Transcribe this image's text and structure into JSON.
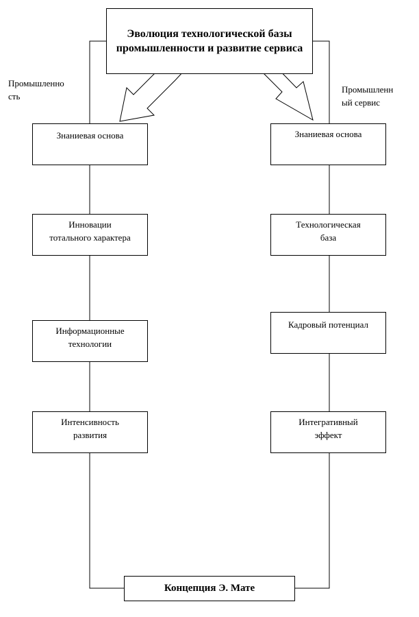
{
  "diagram": {
    "title": "Эволюция технологической базы промышленности и развитие сервиса",
    "left_branch_label": "Промышленно\nсть",
    "right_branch_label": "Промышленн\nый сервис",
    "left_nodes": [
      "Знаниевая основа",
      "Инновации\nтотального характера",
      "Информационные\nтехнологии",
      "Интенсивность\nразвития"
    ],
    "right_nodes": [
      "Знаниевая основа",
      "Технологическая\nбаза",
      "Кадровый потенциал",
      "Интегративный\nэффект"
    ],
    "bottom": "Концепция Э. Мате"
  }
}
